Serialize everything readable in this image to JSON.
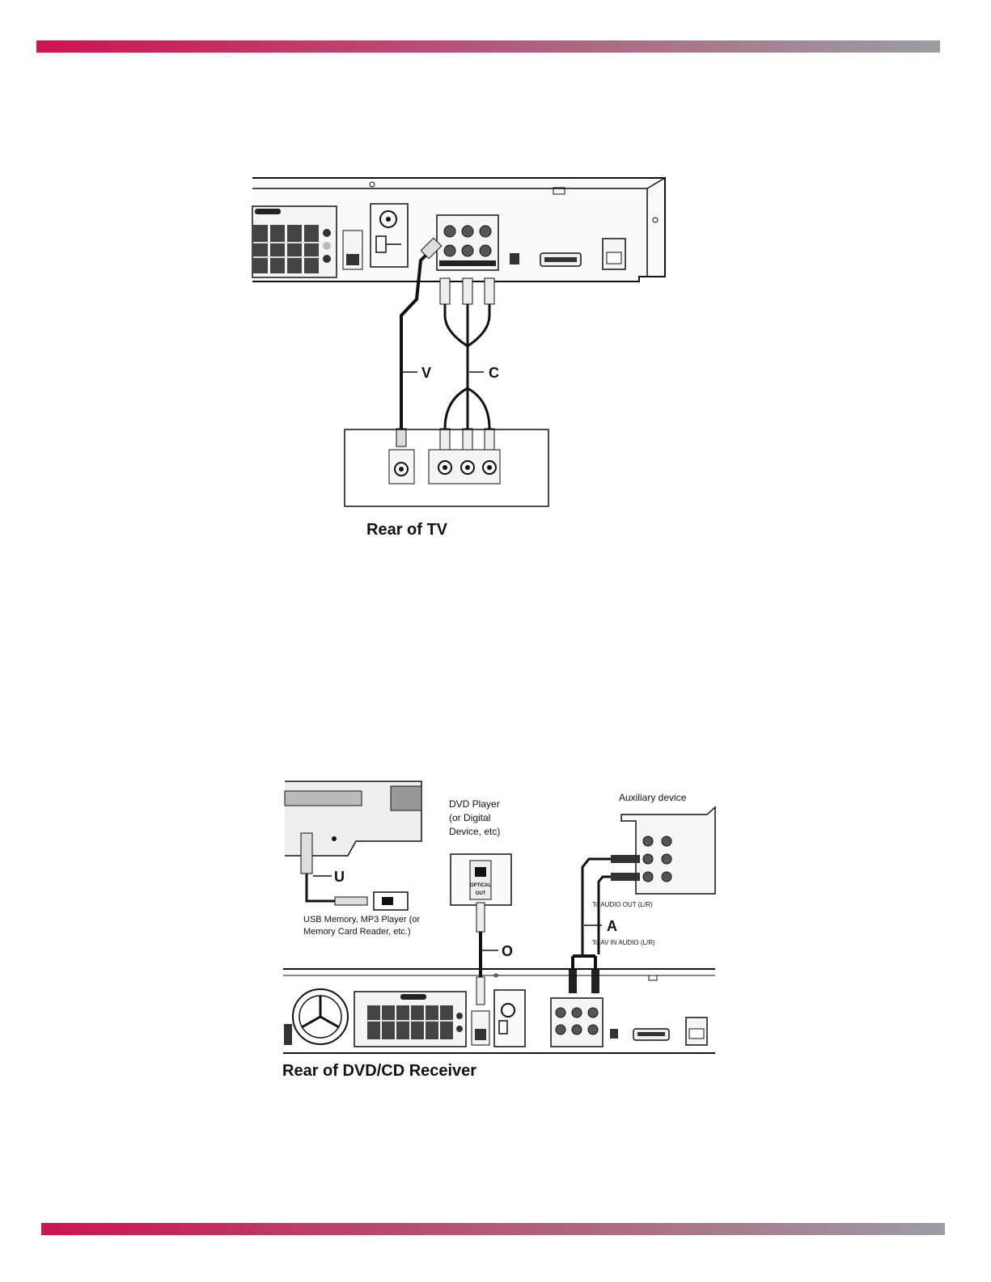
{
  "colors": {
    "bar_start": "#cc1450",
    "bar_end": "#9b9da3",
    "line": "#111111",
    "panel_fill": "#efefef",
    "jack_fill": "#555555"
  },
  "diagram1": {
    "cable_video": "V",
    "cable_component": "C",
    "tv_caption": "Rear of TV"
  },
  "diagram2": {
    "usb_letter": "U",
    "usb_caption_line1": "USB Memory, MP3 Player (or",
    "usb_caption_line2": "Memory Card Reader, etc.)",
    "dvd_caption_line1": "DVD Player",
    "dvd_caption_line2": "(or Digital",
    "dvd_caption_line3": "Device, etc)",
    "optical_label_line1": "OPTICAL",
    "optical_label_line2": "OUT",
    "optical_letter": "O",
    "aux_caption": "Auxiliary device",
    "audio_letter": "A",
    "to_audio_out": "To AUDIO OUT (L/R)",
    "to_av_in": "To AV IN AUDIO (L/R)",
    "receiver_caption": "Rear of DVD/CD Receiver"
  }
}
